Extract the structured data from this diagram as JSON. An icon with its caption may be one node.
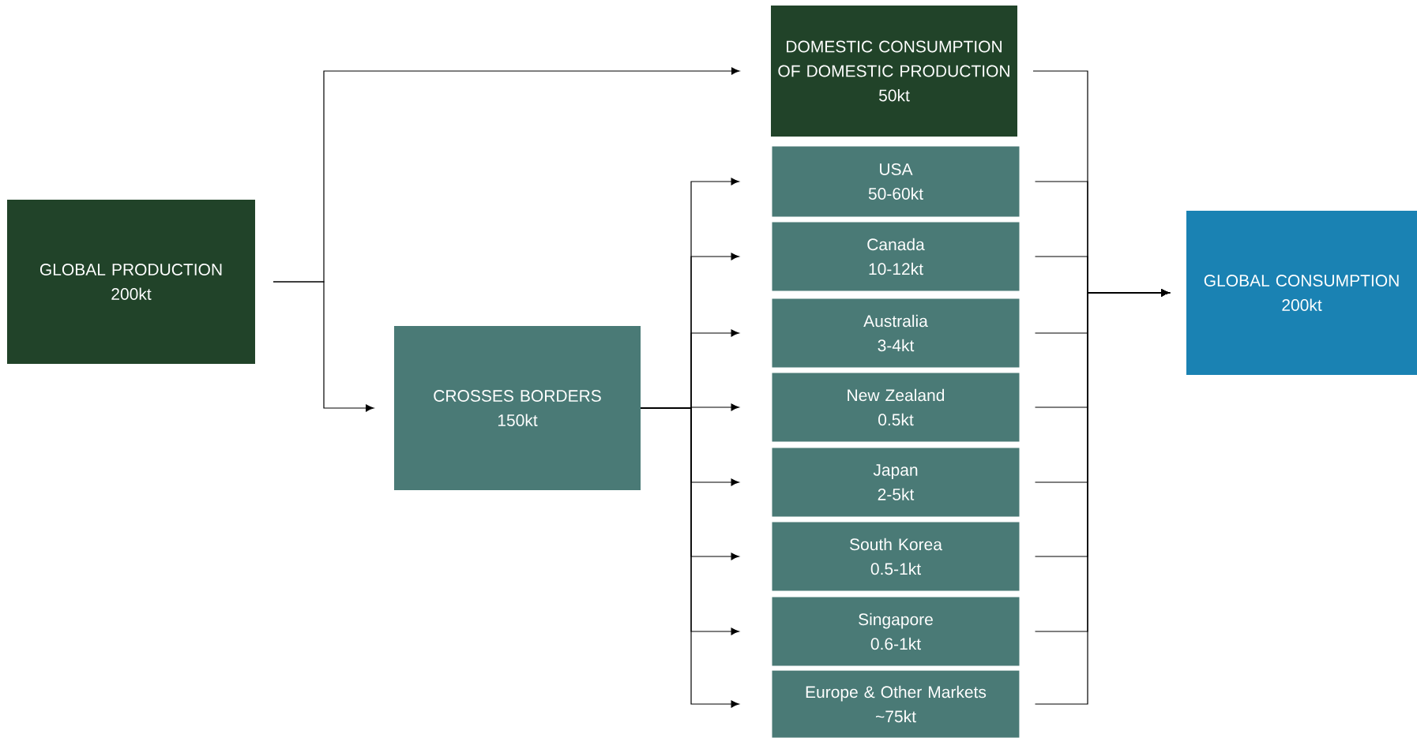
{
  "diagram": {
    "nodes": [
      {
        "text": [
          "GLOBAL PRODUCTION",
          "200kt"
        ]
      },
      {
        "text": [
          "DOMESTIC CONSUMPTION OF DOMESTIC PRODUCTION",
          "50kt"
        ]
      },
      {
        "text": [
          "CROSSES BORDERS",
          "150kt"
        ]
      },
      {
        "text": [
          "USA",
          "50-60kt"
        ]
      },
      {
        "text": [
          "Canada",
          "10-12kt"
        ]
      },
      {
        "text": [
          "Australia",
          "3-4kt"
        ]
      },
      {
        "text": [
          "New Zealand",
          "0.5kt"
        ]
      },
      {
        "text": [
          "Japan",
          "2-5kt"
        ]
      },
      {
        "text": [
          "South Korea",
          "0.5-1kt"
        ]
      },
      {
        "text": [
          "Singapore",
          "0.6-1kt"
        ]
      },
      {
        "text": [
          "Europe & Other Markets",
          "~75kt"
        ]
      },
      {
        "text": [
          "GLOBAL CONSUMPTION",
          "200kt"
        ]
      }
    ],
    "edges": [
      {
        "from": 0,
        "to": 1,
        "arrow": "to"
      },
      {
        "from": 0,
        "to": 2,
        "arrow": "to"
      },
      {
        "from": 2,
        "to": 3,
        "arrow": "to"
      },
      {
        "from": 2,
        "to": 4,
        "arrow": "to"
      },
      {
        "from": 2,
        "to": 5,
        "arrow": "to"
      },
      {
        "from": 2,
        "to": 6,
        "arrow": "to"
      },
      {
        "from": 2,
        "to": 7,
        "arrow": "to"
      },
      {
        "from": 2,
        "to": 8,
        "arrow": "to"
      },
      {
        "from": 2,
        "to": 9,
        "arrow": "to"
      },
      {
        "from": 2,
        "to": 10,
        "arrow": "to"
      },
      {
        "from": 1,
        "to": 11,
        "arrow": "to"
      },
      {
        "from": 3,
        "to": 11,
        "arrow": "to"
      },
      {
        "from": 4,
        "to": 11,
        "arrow": "to"
      },
      {
        "from": 5,
        "to": 11,
        "arrow": "to"
      },
      {
        "from": 6,
        "to": 11,
        "arrow": "to"
      },
      {
        "from": 7,
        "to": 11,
        "arrow": "to"
      },
      {
        "from": 8,
        "to": 11,
        "arrow": "to"
      },
      {
        "from": 9,
        "to": 11,
        "arrow": "to"
      },
      {
        "from": 10,
        "to": 11,
        "arrow": "to"
      }
    ]
  }
}
